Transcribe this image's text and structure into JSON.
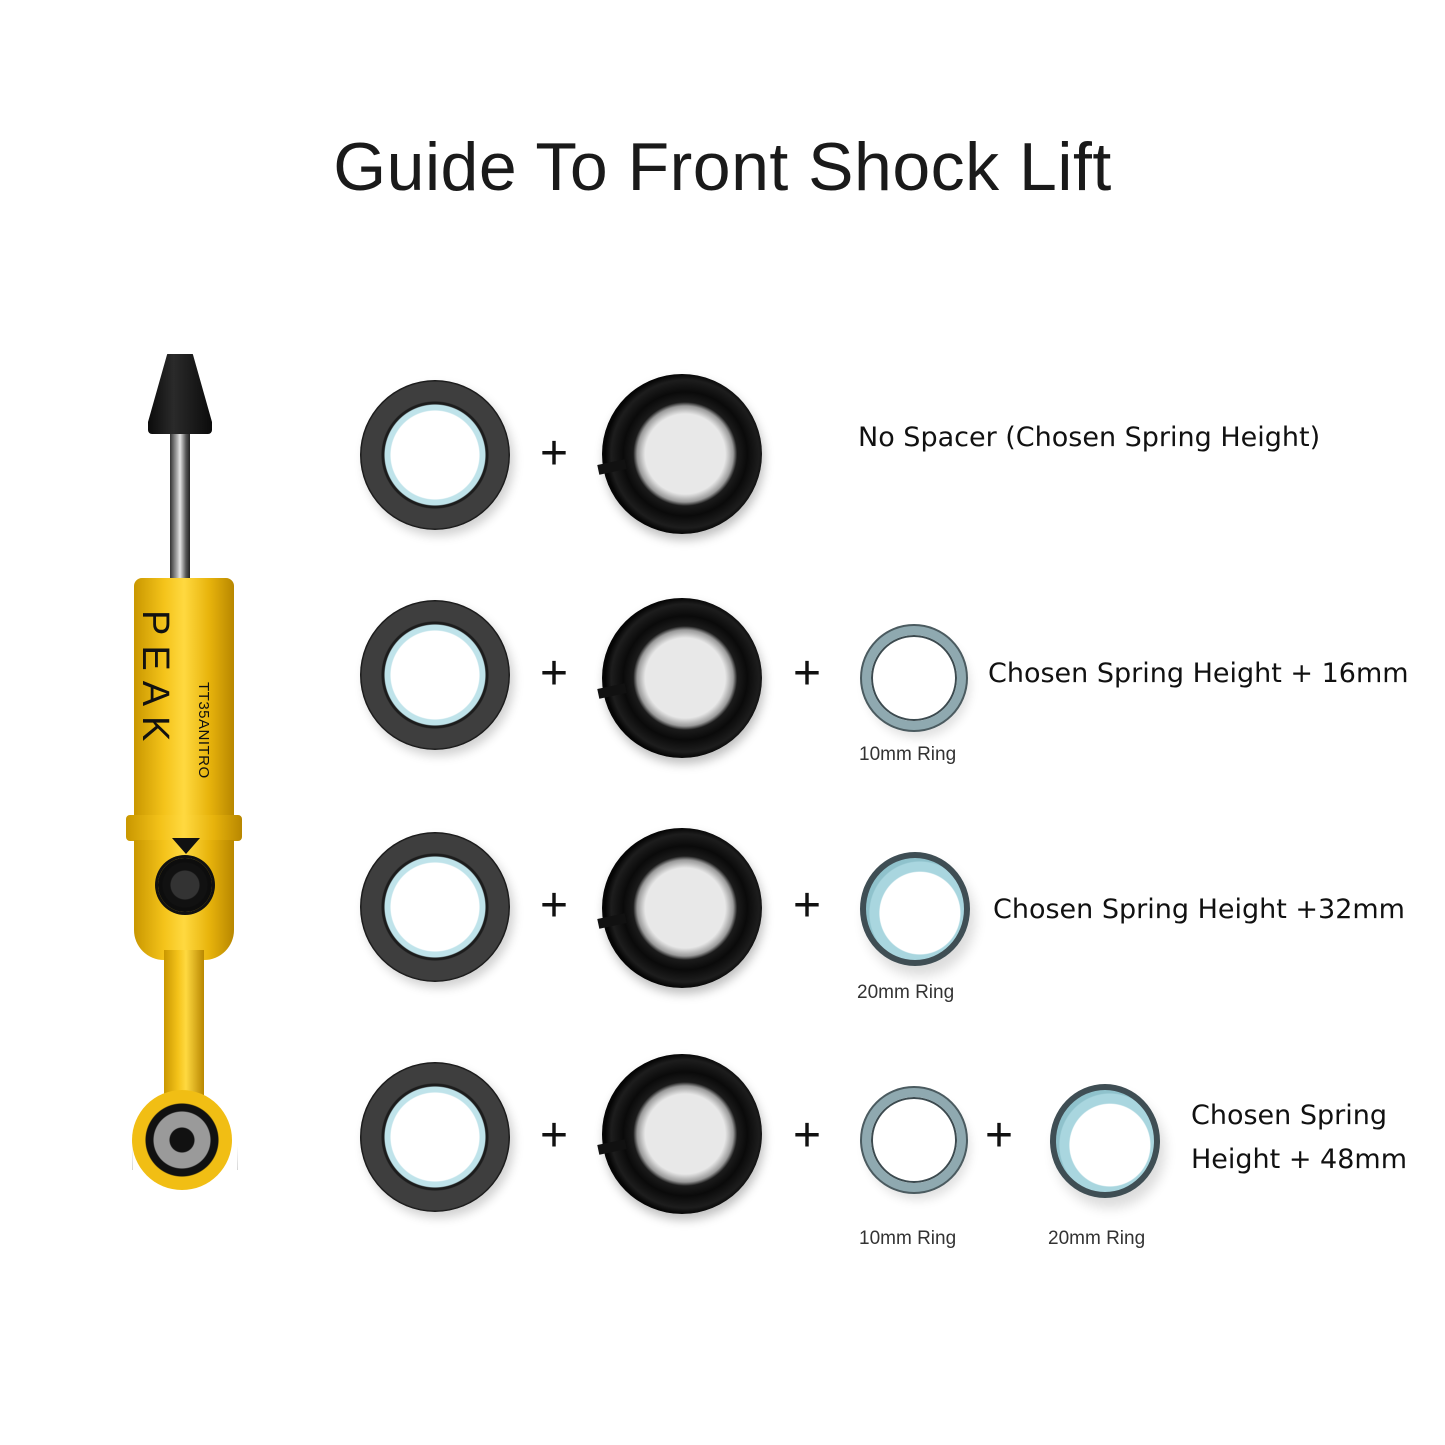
{
  "title": "Guide To Front Shock Lift",
  "shock": {
    "brand": "PEAK",
    "model": "TT35ANITRO",
    "colors": {
      "body": "#f4c31a",
      "boot": "#111111"
    }
  },
  "operators": {
    "plus": "+"
  },
  "rows": [
    {
      "components": [
        "washer",
        "isolator"
      ],
      "label": "No Spacer (Chosen Spring Height)",
      "ring_captions": []
    },
    {
      "components": [
        "washer",
        "isolator",
        "10mm ring"
      ],
      "label": "Chosen Spring Height + 16mm",
      "ring_captions": [
        "10mm Ring"
      ]
    },
    {
      "components": [
        "washer",
        "isolator",
        "20mm ring"
      ],
      "label": "Chosen Spring Height +32mm",
      "ring_captions": [
        "20mm Ring"
      ]
    },
    {
      "components": [
        "washer",
        "isolator",
        "10mm ring",
        "20mm ring"
      ],
      "label_line1": "Chosen Spring",
      "label_line2": "Height + 48mm",
      "ring_captions": [
        "10mm Ring",
        "20mm Ring"
      ]
    }
  ]
}
